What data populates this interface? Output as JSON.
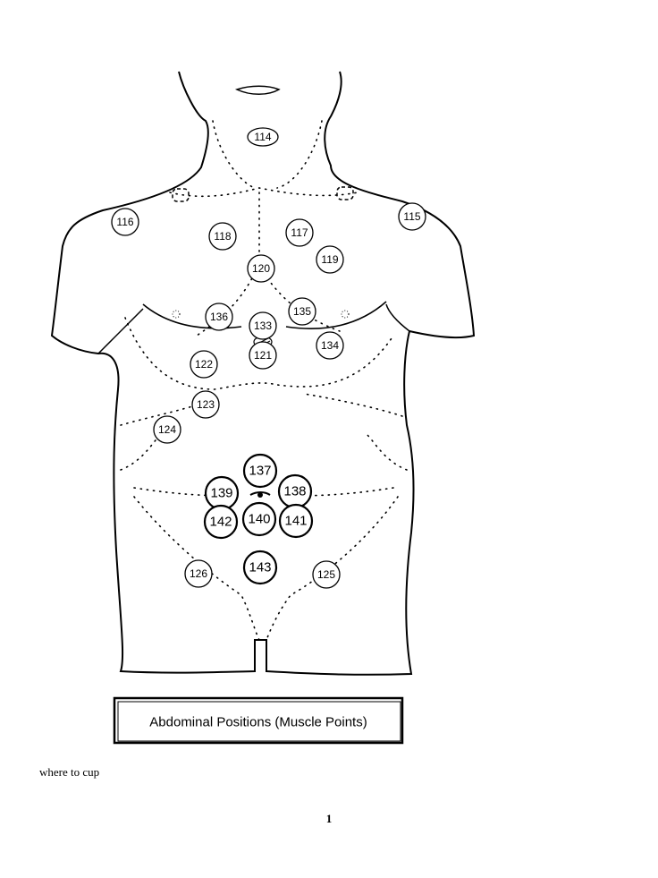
{
  "figure": {
    "caption": "Abdominal Positions (Muscle Points)",
    "points": [
      {
        "label": "114",
        "size": "small"
      },
      {
        "label": "115",
        "size": "small"
      },
      {
        "label": "116",
        "size": "small"
      },
      {
        "label": "117",
        "size": "small"
      },
      {
        "label": "118",
        "size": "small"
      },
      {
        "label": "119",
        "size": "small"
      },
      {
        "label": "120",
        "size": "small"
      },
      {
        "label": "121",
        "size": "small"
      },
      {
        "label": "122",
        "size": "small"
      },
      {
        "label": "123",
        "size": "small"
      },
      {
        "label": "124",
        "size": "small"
      },
      {
        "label": "125",
        "size": "small"
      },
      {
        "label": "126",
        "size": "small"
      },
      {
        "label": "133",
        "size": "small"
      },
      {
        "label": "134",
        "size": "small"
      },
      {
        "label": "135",
        "size": "small"
      },
      {
        "label": "136",
        "size": "small"
      },
      {
        "label": "137",
        "size": "large"
      },
      {
        "label": "138",
        "size": "large"
      },
      {
        "label": "139",
        "size": "large"
      },
      {
        "label": "140",
        "size": "large"
      },
      {
        "label": "141",
        "size": "large"
      },
      {
        "label": "142",
        "size": "large"
      },
      {
        "label": "143",
        "size": "large"
      }
    ]
  },
  "body_text": "where to cup",
  "page_number": "1"
}
